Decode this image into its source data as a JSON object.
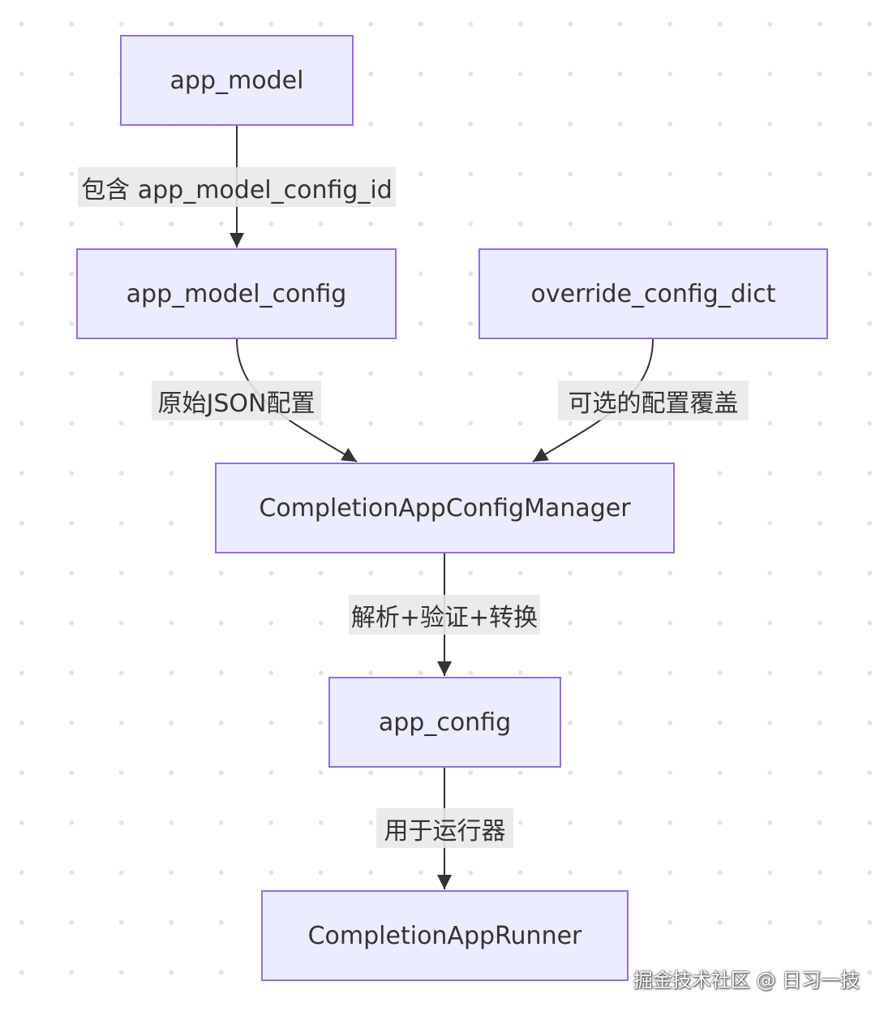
{
  "nodes": {
    "app_model": "app_model",
    "app_model_config": "app_model_config",
    "override_config_dict": "override_config_dict",
    "manager": "CompletionAppConfigManager",
    "app_config": "app_config",
    "runner": "CompletionAppRunner"
  },
  "edges": {
    "contains": "包含 app_model_config_id",
    "raw_json": "原始JSON配置",
    "optional_override": "可选的配置覆盖",
    "parse": "解析+验证+转换",
    "for_runner": "用于运行器"
  },
  "watermark": "掘金技术社区 @ 日习一技",
  "colors": {
    "node_fill": "#ececff",
    "node_border": "#9370db",
    "edge": "#333333",
    "label_bg": "#e8e8e8"
  }
}
